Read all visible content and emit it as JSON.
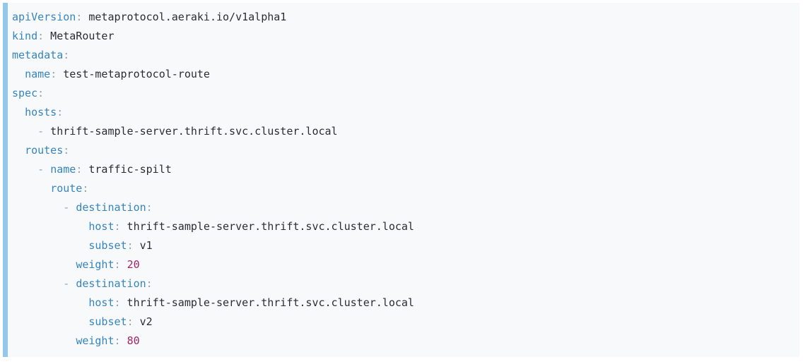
{
  "colors": {
    "page_bg": "#ffffff",
    "block_bg": "#f8f9fa",
    "accent_bar": "#93c8ee",
    "key": "#3585c0",
    "punct": "#8fa4b2",
    "plain": "#2a2e32",
    "number": "#a02667"
  },
  "code": {
    "language": "yaml",
    "lines": [
      {
        "tokens": [
          [
            "key",
            "apiVersion"
          ],
          [
            "punct",
            ":"
          ],
          [
            "plain",
            " metaprotocol.aeraki.io/v1alpha1"
          ]
        ]
      },
      {
        "tokens": [
          [
            "key",
            "kind"
          ],
          [
            "punct",
            ":"
          ],
          [
            "plain",
            " MetaRouter"
          ]
        ]
      },
      {
        "tokens": [
          [
            "key",
            "metadata"
          ],
          [
            "punct",
            ":"
          ]
        ]
      },
      {
        "tokens": [
          [
            "plain",
            "  "
          ],
          [
            "key",
            "name"
          ],
          [
            "punct",
            ":"
          ],
          [
            "plain",
            " test-metaprotocol-route"
          ]
        ]
      },
      {
        "tokens": [
          [
            "key",
            "spec"
          ],
          [
            "punct",
            ":"
          ]
        ]
      },
      {
        "tokens": [
          [
            "plain",
            "  "
          ],
          [
            "key",
            "hosts"
          ],
          [
            "punct",
            ":"
          ]
        ]
      },
      {
        "tokens": [
          [
            "plain",
            "    "
          ],
          [
            "punct",
            "-"
          ],
          [
            "plain",
            " thrift-sample-server.thrift.svc.cluster.local"
          ]
        ]
      },
      {
        "tokens": [
          [
            "plain",
            "  "
          ],
          [
            "key",
            "routes"
          ],
          [
            "punct",
            ":"
          ]
        ]
      },
      {
        "tokens": [
          [
            "plain",
            "    "
          ],
          [
            "punct",
            "-"
          ],
          [
            "plain",
            " "
          ],
          [
            "key",
            "name"
          ],
          [
            "punct",
            ":"
          ],
          [
            "plain",
            " traffic-spilt"
          ]
        ]
      },
      {
        "tokens": [
          [
            "plain",
            "      "
          ],
          [
            "key",
            "route"
          ],
          [
            "punct",
            ":"
          ]
        ]
      },
      {
        "tokens": [
          [
            "plain",
            "        "
          ],
          [
            "punct",
            "-"
          ],
          [
            "plain",
            " "
          ],
          [
            "key",
            "destination"
          ],
          [
            "punct",
            ":"
          ]
        ]
      },
      {
        "tokens": [
          [
            "plain",
            "            "
          ],
          [
            "key",
            "host"
          ],
          [
            "punct",
            ":"
          ],
          [
            "plain",
            " thrift-sample-server.thrift.svc.cluster.local"
          ]
        ]
      },
      {
        "tokens": [
          [
            "plain",
            "            "
          ],
          [
            "key",
            "subset"
          ],
          [
            "punct",
            ":"
          ],
          [
            "plain",
            " v1"
          ]
        ]
      },
      {
        "tokens": [
          [
            "plain",
            "          "
          ],
          [
            "key",
            "weight"
          ],
          [
            "punct",
            ":"
          ],
          [
            "plain",
            " "
          ],
          [
            "number",
            "20"
          ]
        ]
      },
      {
        "tokens": [
          [
            "plain",
            "        "
          ],
          [
            "punct",
            "-"
          ],
          [
            "plain",
            " "
          ],
          [
            "key",
            "destination"
          ],
          [
            "punct",
            ":"
          ]
        ]
      },
      {
        "tokens": [
          [
            "plain",
            "            "
          ],
          [
            "key",
            "host"
          ],
          [
            "punct",
            ":"
          ],
          [
            "plain",
            " thrift-sample-server.thrift.svc.cluster.local"
          ]
        ]
      },
      {
        "tokens": [
          [
            "plain",
            "            "
          ],
          [
            "key",
            "subset"
          ],
          [
            "punct",
            ":"
          ],
          [
            "plain",
            " v2"
          ]
        ]
      },
      {
        "tokens": [
          [
            "plain",
            "          "
          ],
          [
            "key",
            "weight"
          ],
          [
            "punct",
            ":"
          ],
          [
            "plain",
            " "
          ],
          [
            "number",
            "80"
          ]
        ]
      }
    ]
  }
}
